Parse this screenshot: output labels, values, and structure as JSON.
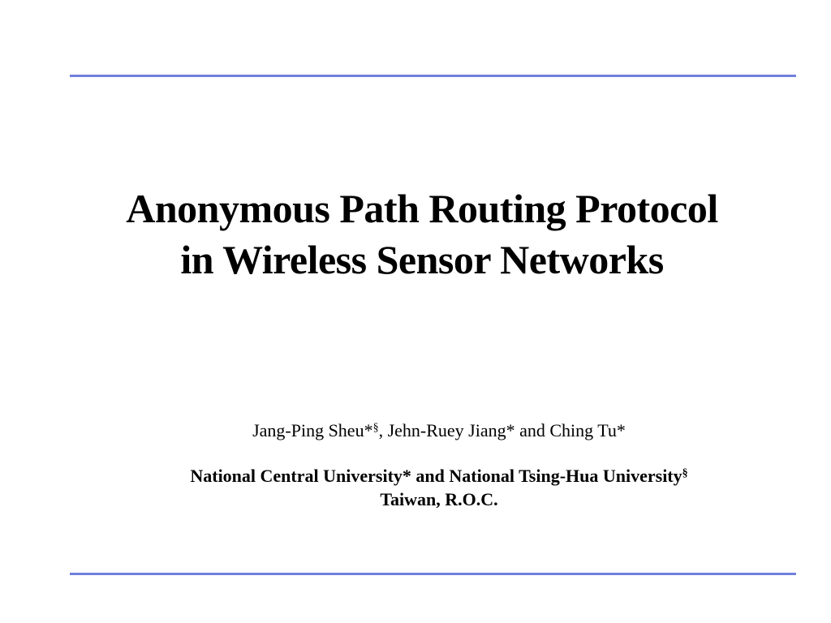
{
  "slide": {
    "title_line1": "Anonymous Path Routing Protocol",
    "title_line2": "in Wireless Sensor Networks",
    "authors": {
      "part1": "Jang-Ping Sheu*",
      "sup1": "§",
      "part2": ", Jehn-Ruey Jiang* and Ching Tu*"
    },
    "affiliation": {
      "line1": "National Central University* and National Tsing-Hua University",
      "sup": "§",
      "line2": "Taiwan, R.O.C."
    },
    "colors": {
      "rule": "#7080dc",
      "background": "#ffffff",
      "text": "#000000"
    }
  }
}
